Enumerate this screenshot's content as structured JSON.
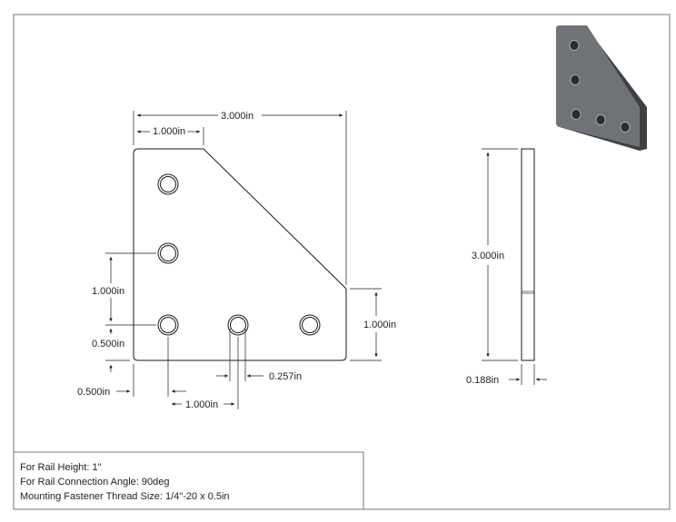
{
  "dimensions": {
    "overall_width": "3.000in",
    "top_flat": "1.000in",
    "hole_spacing_vertical": "1.000in",
    "edge_offset_vertical": "0.500in",
    "edge_offset_horizontal": "0.500in",
    "hole_spacing_horizontal": "1.000in",
    "hole_diameter": "0.257in",
    "right_edge_height": "1.000in",
    "side_height": "3.000in",
    "thickness": "0.188in"
  },
  "notes": {
    "rail_height": "For Rail Height: 1\"",
    "connection_angle": "For Rail Connection Angle: 90deg",
    "fastener": "Mounting Fastener Thread Size: 1/4\"-20 x 0.5in"
  },
  "colors": {
    "line": "#1a1a1a",
    "iso_face": "#6f7377",
    "iso_edge": "#3e4144",
    "iso_hole": "#2a2c2e"
  }
}
